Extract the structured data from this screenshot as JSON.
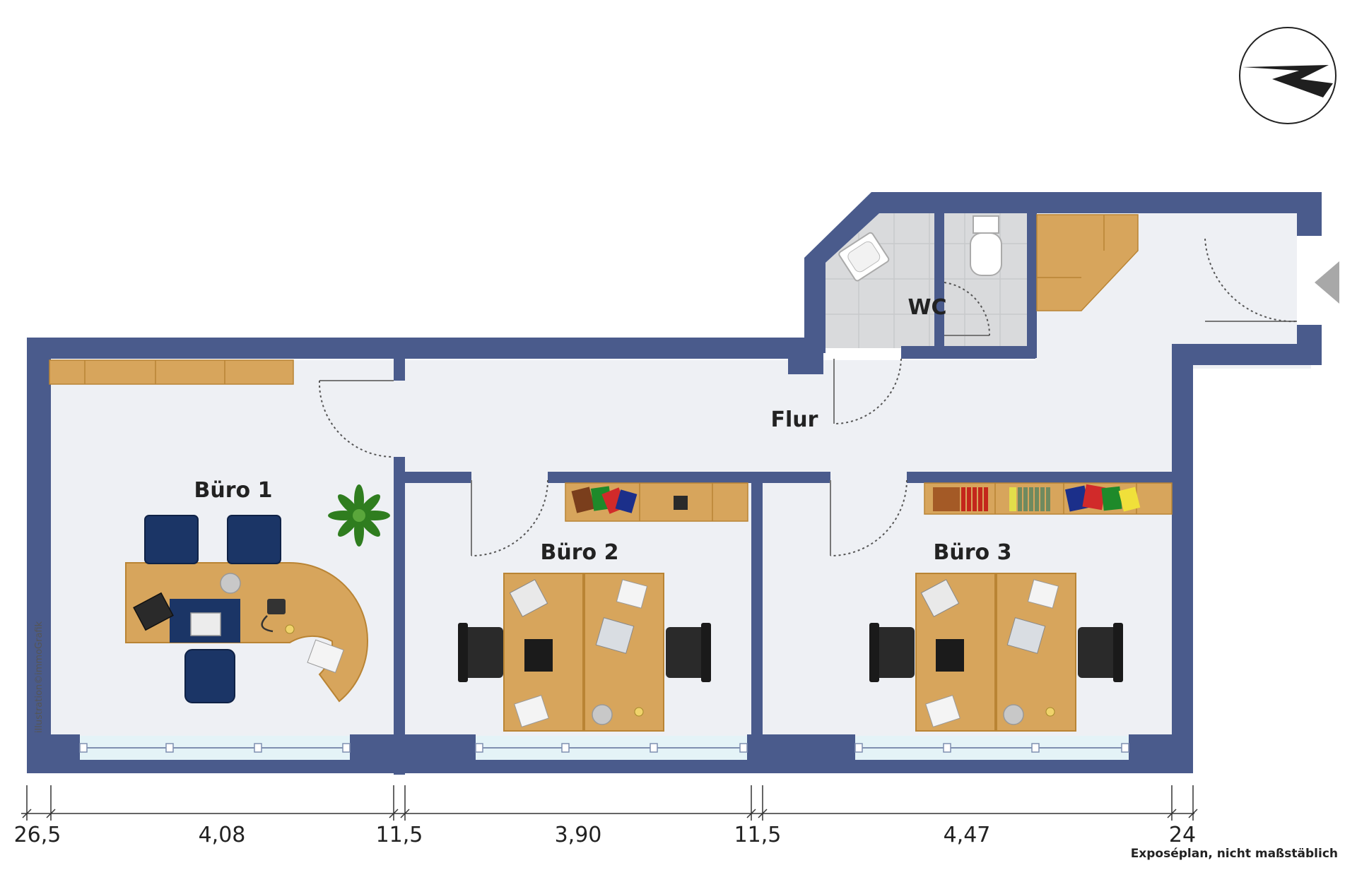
{
  "rooms": {
    "buero1": "Büro 1",
    "buero2": "Büro 2",
    "buero3": "Büro 3",
    "wc": "WC",
    "flur": "Flur"
  },
  "dimensions": {
    "d1": "26,5",
    "d2": "4,08",
    "d3": "11,5",
    "d4": "3,90",
    "d5": "11,5",
    "d6": "4,47",
    "d7": "24"
  },
  "note": "Exposéplan, nicht maßstäblich",
  "credit": "illustration©immoGrafik",
  "icons": {
    "compass": "north-arrow-icon",
    "entrance": "entrance-arrow-icon"
  },
  "colors": {
    "wall": "#4a5b8c",
    "floor": "#eef0f4",
    "tile": "#d9dadc",
    "wood": "#d7a55c",
    "woodDark": "#c58e3f",
    "window": "#e4f3f7",
    "chair": "#1b3566",
    "chairBlack": "#2a2a2a"
  }
}
